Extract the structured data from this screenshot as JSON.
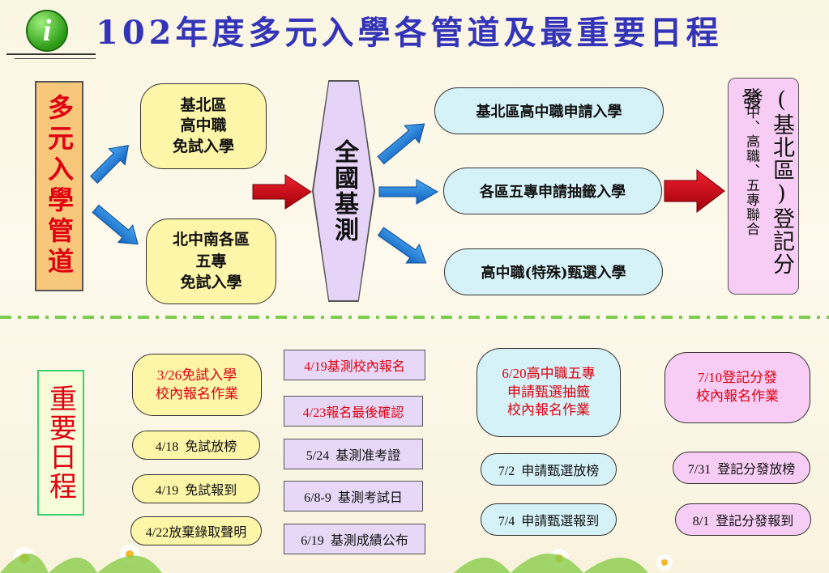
{
  "title": {
    "icon_letter": "i",
    "text": "102年度多元入學各管道及最重要日程"
  },
  "pathways": {
    "left_label": "多元入學管道",
    "yellow_top": [
      "基北區",
      "高中職",
      "免試入學"
    ],
    "yellow_bottom": [
      "北中南各區",
      "五專",
      "免試入學"
    ],
    "exam": "全國基測",
    "outcomes": [
      "基北區高中職申請入學",
      "各區五專申請抽籤入學",
      "高中職(特殊)甄選入學"
    ],
    "distribution": {
      "main": "(基北區)登記分發",
      "sub": "高中、高職、五專聯合"
    }
  },
  "schedule": {
    "left_label": "重要日程",
    "col1": {
      "header": [
        "3/26免試入學",
        "校內報名作業"
      ],
      "items": [
        "4/18  免試放榜",
        "4/19  免試報到",
        "4/22放棄錄取聲明"
      ]
    },
    "col2": {
      "red_items": [
        "4/19基測校內報名",
        "4/23報名最後確認"
      ],
      "items": [
        "5/24  基測准考證",
        "6/8-9  基測考試日",
        "6/19  基測成績公布"
      ]
    },
    "col3": {
      "header": [
        "6/20高中職五專",
        "申請甄選抽籤",
        "校內報名作業"
      ],
      "items": [
        "7/2  申請甄選放榜",
        "7/4  申請甄選報到"
      ]
    },
    "col4": {
      "header": [
        "7/10登記分發",
        "校內報名作業"
      ],
      "items": [
        "7/31  登記分發放榜",
        "8/1  登記分發報到"
      ]
    }
  },
  "colors": {
    "title": "#3434b8",
    "red_text": "#e00010",
    "blue_arrow": "#1e7fd8",
    "red_arrow": "#d00010"
  }
}
